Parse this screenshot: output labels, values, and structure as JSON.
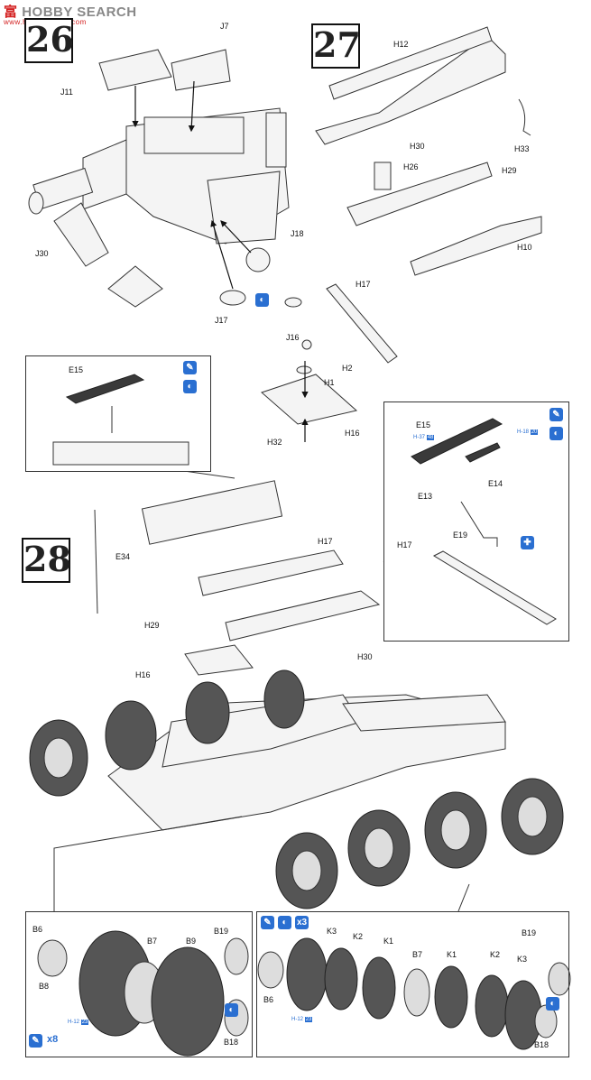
{
  "watermark": {
    "cn": "富",
    "brand": "HOBBY SEARCH",
    "url": "www.hobbysearch.com"
  },
  "steps": [
    "26",
    "27",
    "28"
  ],
  "icons": {
    "paint": "✎",
    "glue": "◐",
    "fix": "✚",
    "repeat_label": "x3",
    "times8": "x8"
  },
  "tags": {
    "h37": "H-37",
    "h37n": "48",
    "h18": "H-18",
    "h18n": "20",
    "h12": "H-12",
    "h12n": "23"
  },
  "labels": {
    "J7": "J7",
    "J11": "J11",
    "J30": "J30",
    "J18": "J18",
    "J17": "J17",
    "J16": "J16",
    "H12": "H12",
    "H30": "H30",
    "H33": "H33",
    "H26": "H26",
    "H29": "H29",
    "H10": "H10",
    "H17": "H17",
    "H2": "H2",
    "H1": "H1",
    "H16": "H16",
    "H32": "H32",
    "E15": "E15",
    "E14": "E14",
    "E13": "E13",
    "E19": "E19",
    "E34": "E34",
    "B6": "B6",
    "B7": "B7",
    "B8": "B8",
    "B9": "B9",
    "B19": "B19",
    "B18": "B18",
    "K1": "K1",
    "K2": "K2",
    "K3": "K3"
  }
}
